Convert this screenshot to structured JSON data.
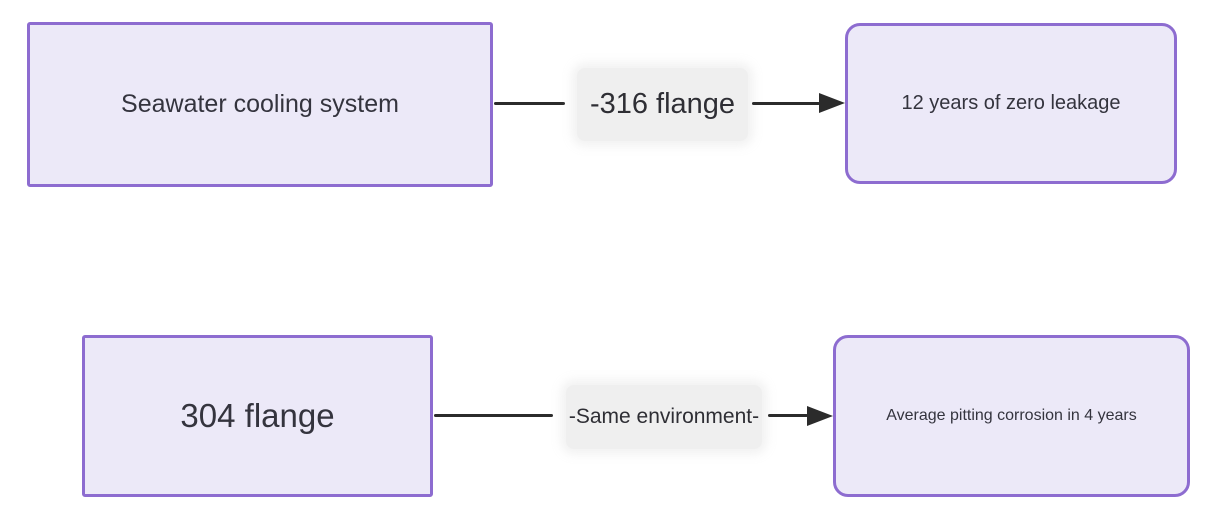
{
  "colors": {
    "background": "#ffffff",
    "node_fill": "#ece9f8",
    "node_border": "#8d6cd0",
    "edge_line": "#2b2b2b",
    "edge_label_background": "#efefef",
    "text": "#34343e"
  },
  "flow": {
    "rows": [
      {
        "source": "Seawater cooling system",
        "edge_label": "-316 flange",
        "target": "12 years of zero leakage"
      },
      {
        "source": "304 flange",
        "edge_label": "-Same environment-",
        "target": "Average pitting corrosion in 4 years"
      }
    ]
  }
}
